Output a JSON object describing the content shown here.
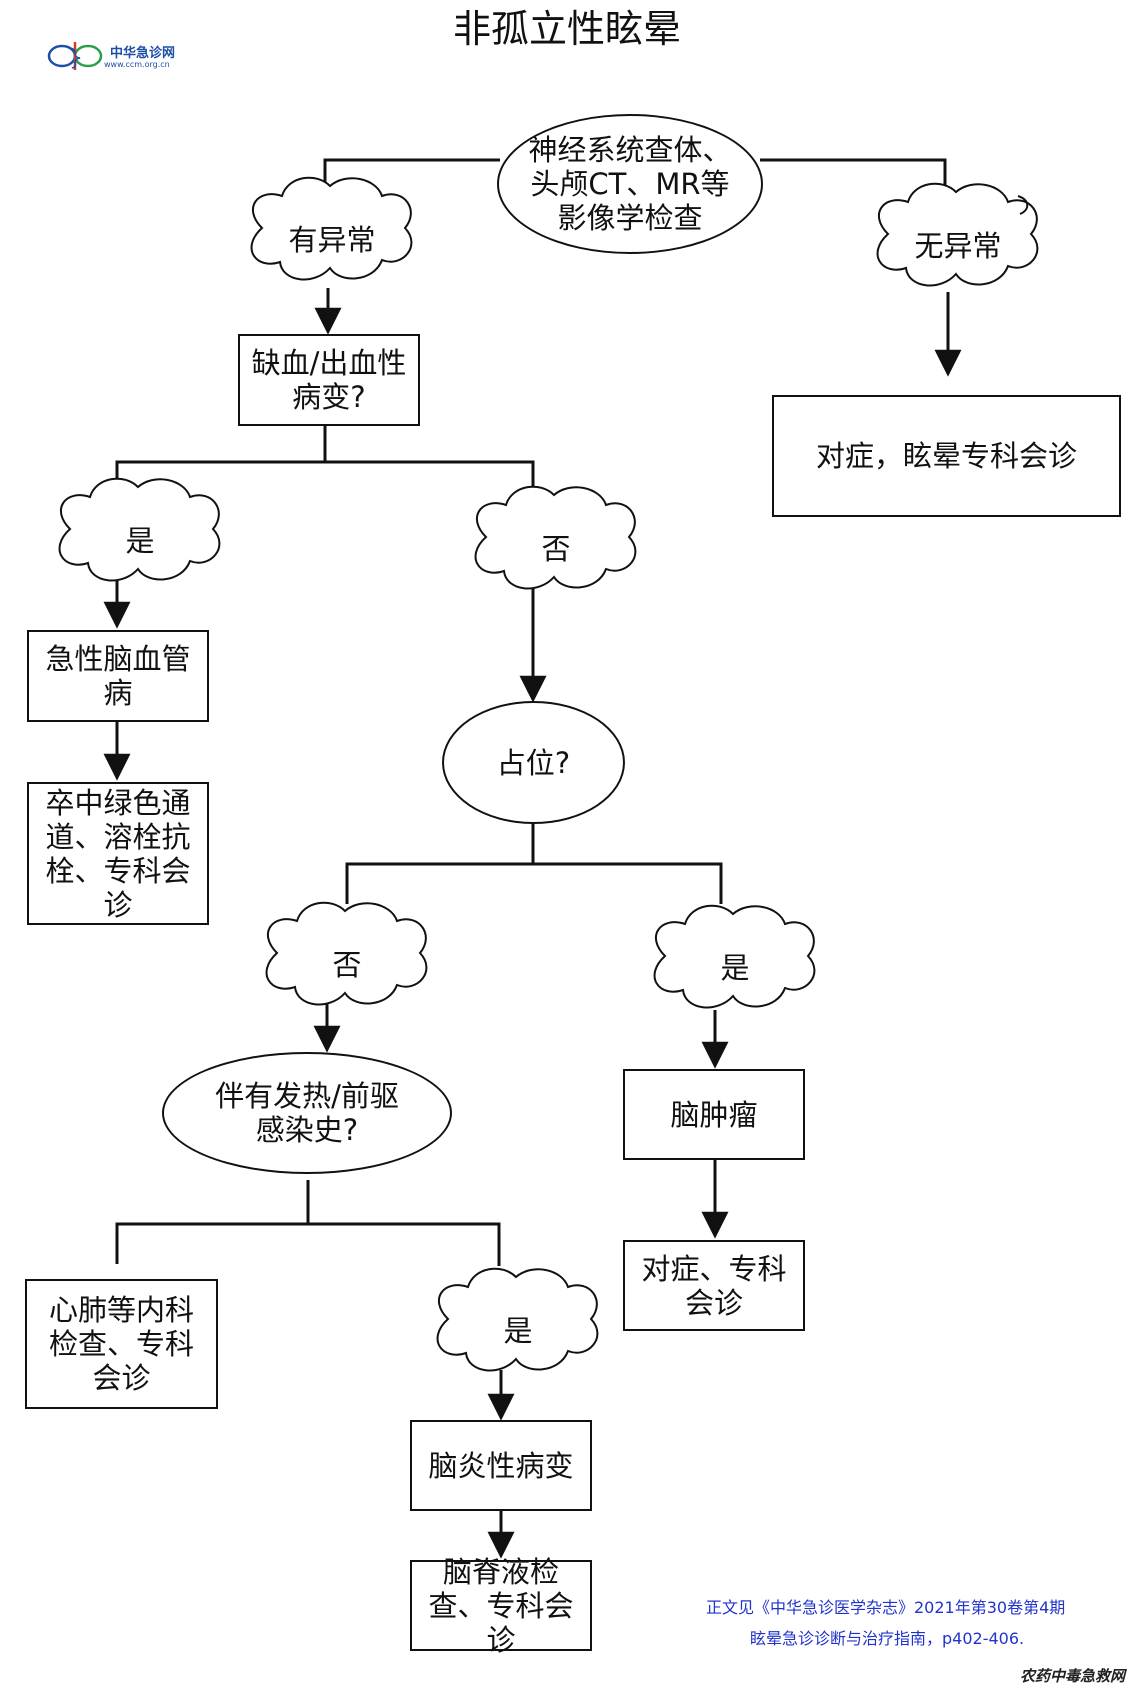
{
  "title": "非孤立性眩晕",
  "logo": {
    "name": "中华急诊网",
    "url": "www.ccm.org.cn"
  },
  "flowchart": {
    "start": "神经系统查体、头颅CT、MR等影像学检查",
    "abnormal": "有异常",
    "normal": "无异常",
    "normal_result": "对症，眩晕专科会诊",
    "ischemic_question": "缺血/出血性病变?",
    "ischemic_yes": "是",
    "ischemic_no": "否",
    "acute_cvd": "急性脑血管病",
    "stroke_pathway": "卒中绿色通道、溶栓抗栓、专科会诊",
    "mass_question": "占位?",
    "mass_no": "否",
    "mass_yes": "是",
    "brain_tumor": "脑肿瘤",
    "tumor_result": "对症、专科会诊",
    "infection_question": "伴有发热/前驱感染史?",
    "infection_yes": "是",
    "cardio_check": "心肺等内科检查、专科会诊",
    "encephalitis": "脑炎性病变",
    "csf_check": "脑脊液检查、专科会诊"
  },
  "source": {
    "line1": "正文见《中华急诊医学杂志》2021年第30卷第4期",
    "line2": "眩晕急诊诊断与治疗指南，p402-406."
  },
  "watermark": "农药中毒急救网"
}
